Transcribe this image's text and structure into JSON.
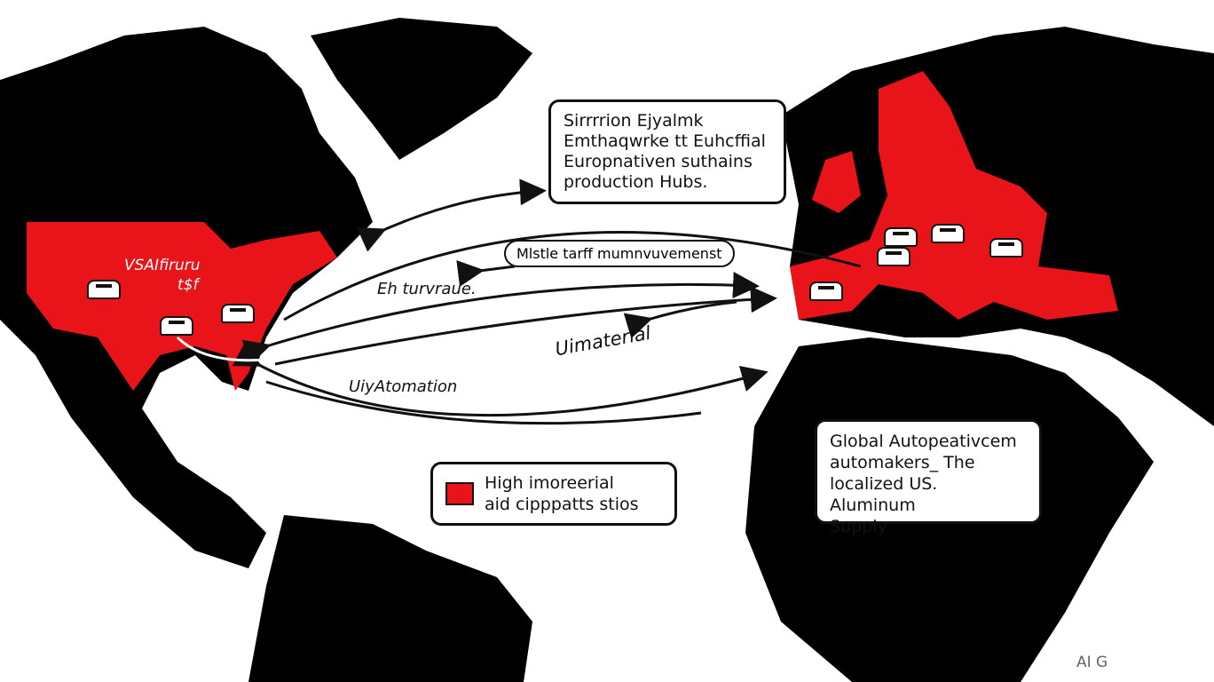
{
  "colors": {
    "land": "#000000",
    "highlight": "#e8141a",
    "ocean": "#ffffff"
  },
  "callouts": {
    "europe": [
      "Sirrrrion Ejyalmk",
      "Emthaqwrke tt Euhcffial",
      "Europnativen suthains",
      "production Hubs."
    ],
    "tariff_pill": "Mlstle tarff mumnvuvemenst",
    "africa": [
      "Global Autopeativcem",
      "automakers_ The",
      "localized US. Aluminum",
      "Supply"
    ],
    "materials": [
      "High imoreerial",
      "aid cipppatts stios"
    ]
  },
  "labels": {
    "route1": "Eh turvraue.",
    "route2": "Uimaterial",
    "route3": "UiyAtomation",
    "us_line1": "VSAIfiruru",
    "us_line2": "t$f"
  },
  "watermark": "AI G"
}
